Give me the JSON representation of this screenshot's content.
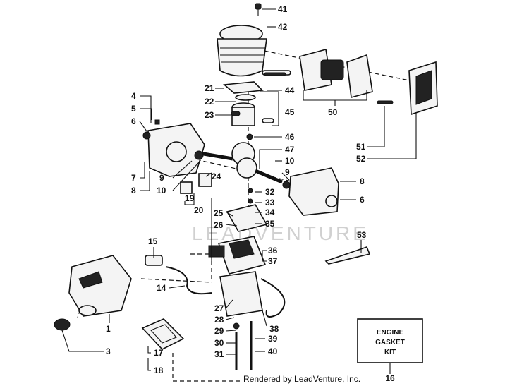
{
  "watermark": "LEADVENTURE",
  "credit": "Rendered by LeadVenture, Inc.",
  "kit_box": {
    "line1": "ENGINE",
    "line2": "GASKET",
    "line3": "KIT",
    "number": "16"
  },
  "callouts": {
    "c1": "1",
    "c3": "3",
    "c4": "4",
    "c5": "5",
    "c6": "6",
    "c6b": "6",
    "c7": "7",
    "c8": "8",
    "c8b": "8",
    "c9": "9",
    "c9b": "9",
    "c10": "10",
    "c10b": "10",
    "c14": "14",
    "c15": "15",
    "c17": "17",
    "c18": "18",
    "c19": "19",
    "c20": "20",
    "c21": "21",
    "c22": "22",
    "c23": "23",
    "c24": "24",
    "c25": "25",
    "c26": "26",
    "c27": "27",
    "c28": "28",
    "c29": "29",
    "c30": "30",
    "c31": "31",
    "c32": "32",
    "c33": "33",
    "c34": "34",
    "c35": "35",
    "c36": "36",
    "c37": "37",
    "c38": "38",
    "c39": "39",
    "c40": "40",
    "c41": "41",
    "c42": "42",
    "c44": "44",
    "c45": "45",
    "c46": "46",
    "c47": "47",
    "c50": "50",
    "c51": "51",
    "c52": "52",
    "c53": "53"
  }
}
